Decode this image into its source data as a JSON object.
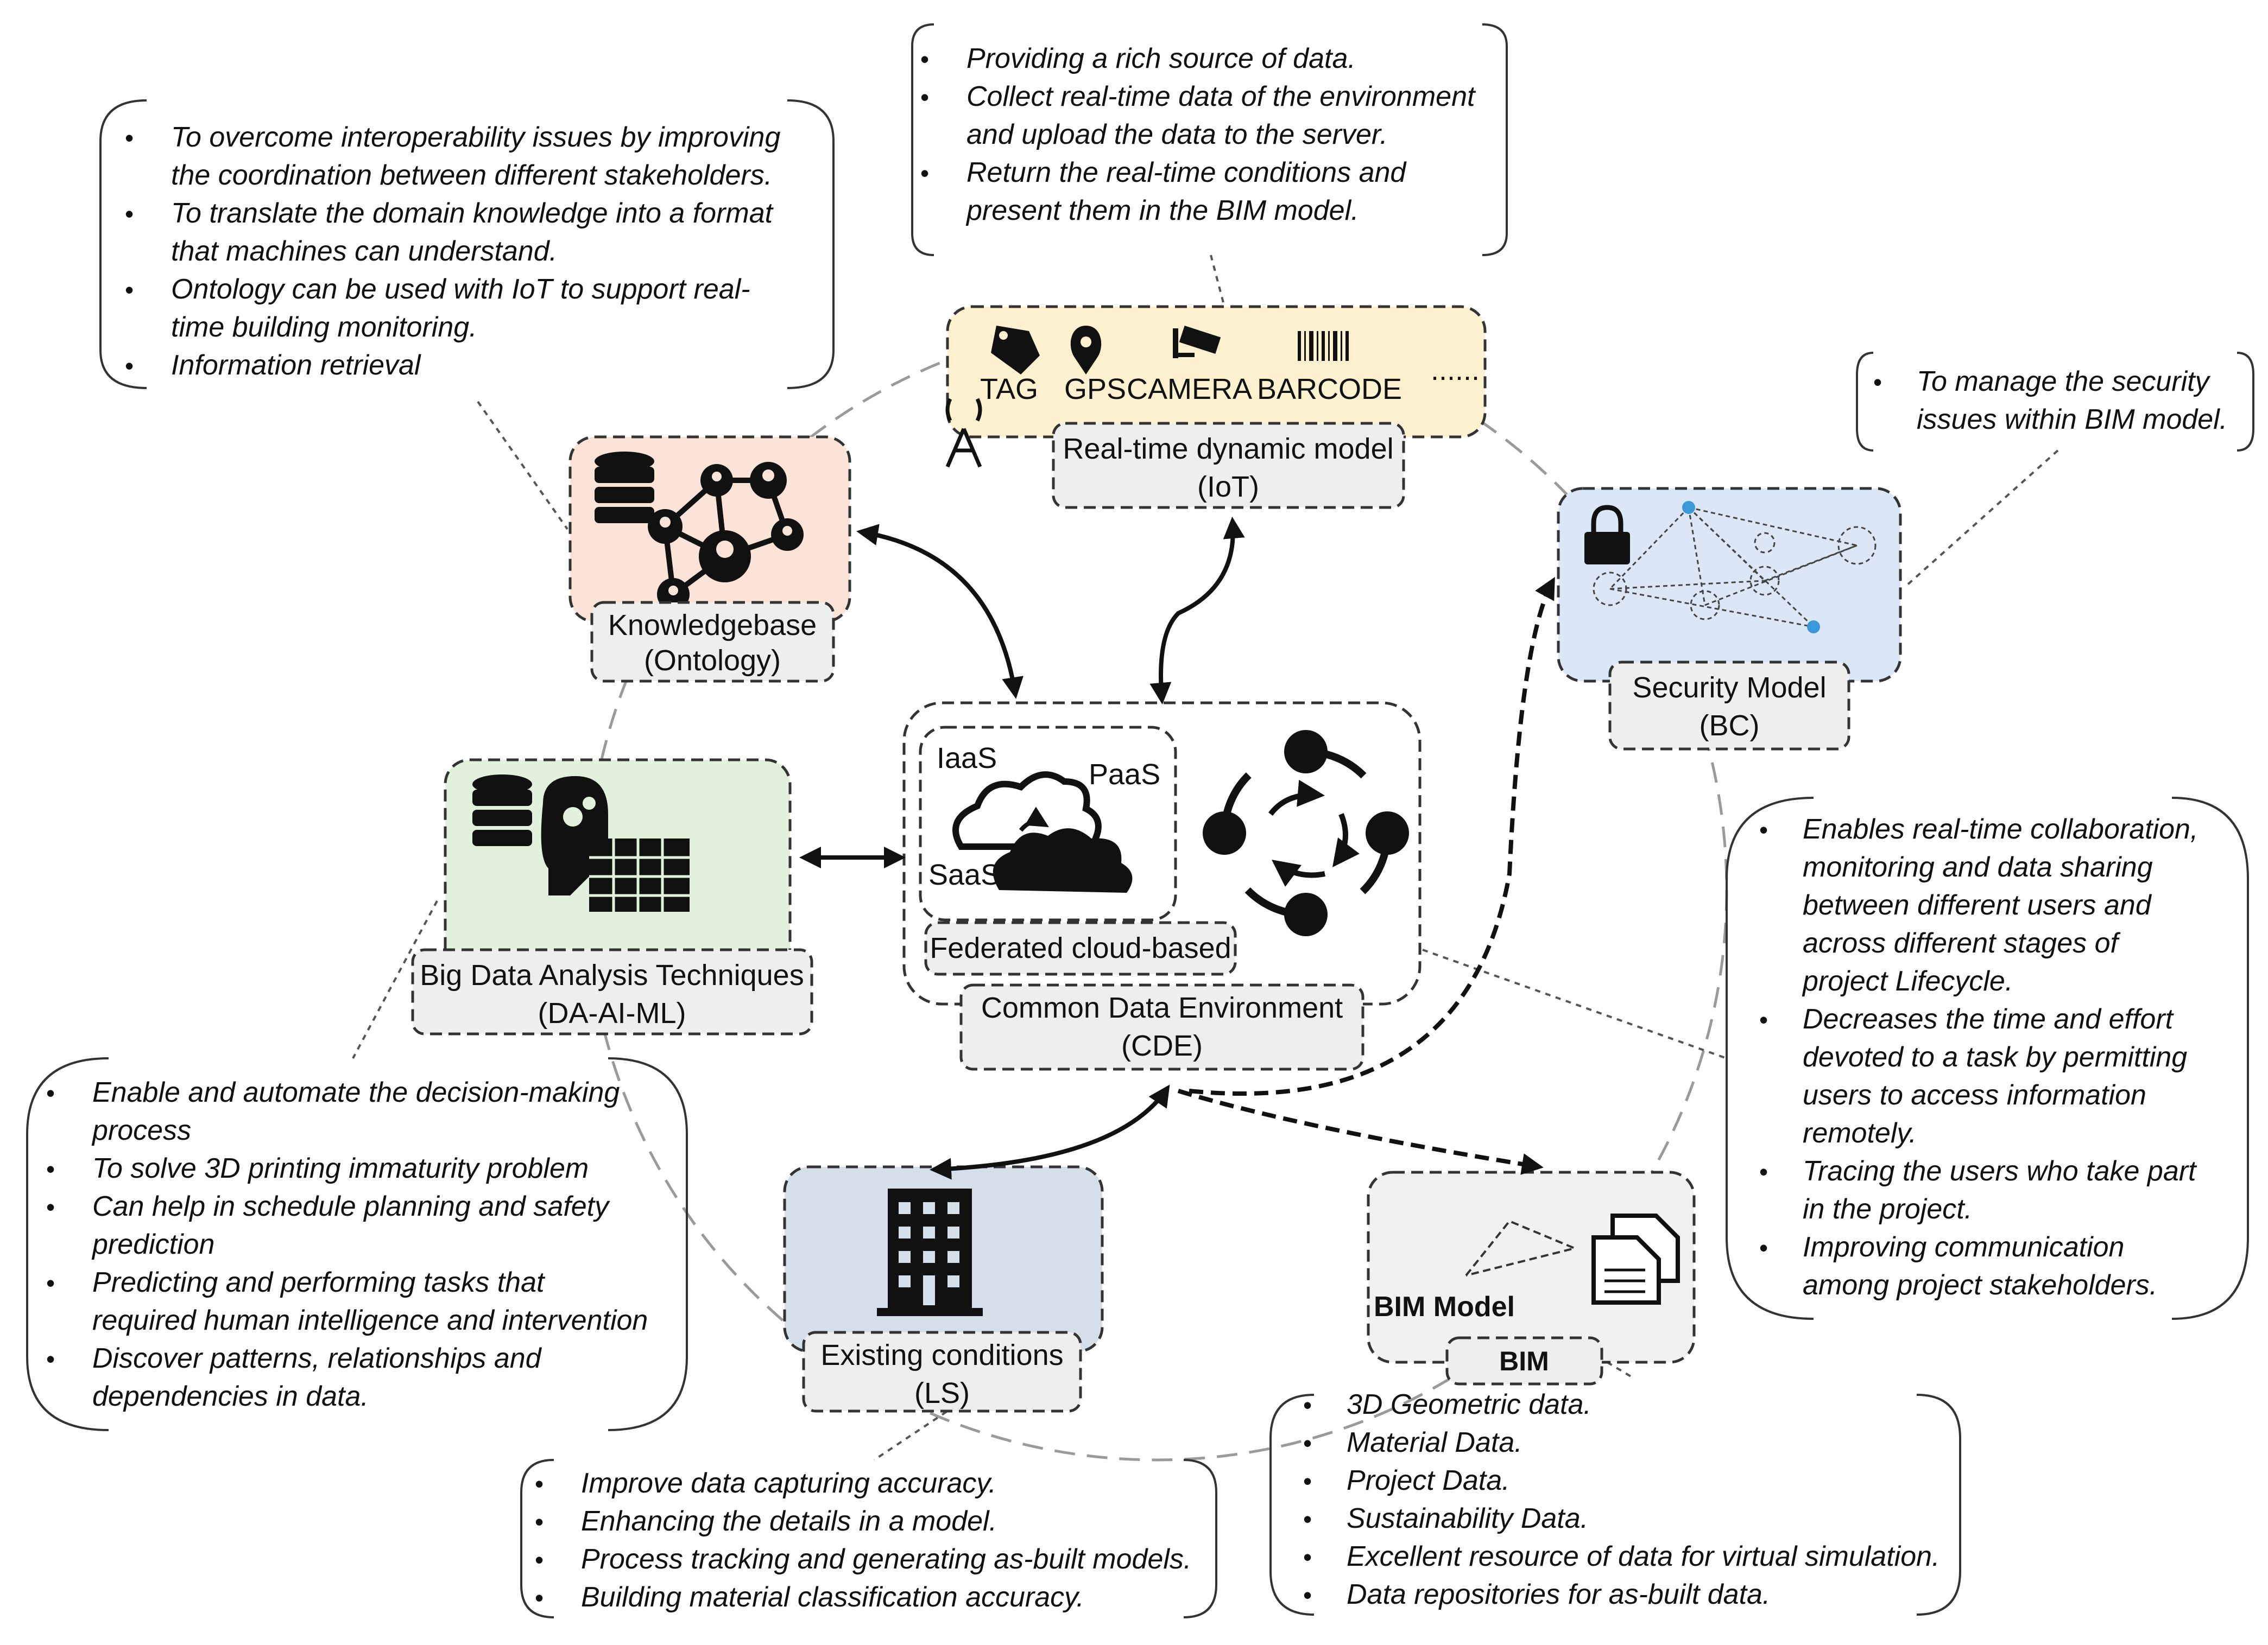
{
  "colors": {
    "knowledgebase_fill": "#fbe3d8",
    "iot_fill": "#fdf1cf",
    "security_fill": "#dbe7f7",
    "bigdata_fill": "#e2f1dc",
    "existing_fill": "#d5dfea",
    "bim_fill": "#f1f1f1",
    "label_fill": "#eeeeee",
    "accent_dot": "#3a9ad9"
  },
  "iot": {
    "notes": [
      "Providing a rich source of data.",
      "Collect real-time data of the environment",
      "and upload the data to the server.",
      "Return the real-time conditions and",
      "present them in the BIM model."
    ],
    "icons": [
      "TAG",
      "GPS",
      "CAMERA",
      "BARCODE"
    ],
    "more": "......",
    "label_1": "Real-time dynamic model",
    "label_2": "(IoT)"
  },
  "knowledgebase": {
    "notes": [
      "To overcome interoperability issues by improving",
      "the coordination between different stakeholders.",
      "To translate the domain knowledge into a format",
      "that machines can understand.",
      "Ontology can be used with IoT to support real-",
      "time building monitoring.",
      " Information retrieval"
    ],
    "label_1": "Knowledgebase",
    "label_2": "(Ontology)"
  },
  "security": {
    "notes": [
      "To manage the security",
      "issues within BIM model."
    ],
    "label_1": "Security Model",
    "label_2": "(BC)"
  },
  "bigdata": {
    "label_1": "Big Data Analysis Techniques",
    "label_2": "(DA-AI-ML)",
    "notes": [
      "Enable and automate the decision-making",
      "process",
      "To solve 3D printing immaturity problem",
      "Can help in schedule planning and safety",
      "prediction",
      "Predicting and performing tasks that",
      "required human intelligence and intervention",
      "Discover patterns, relationships and",
      "dependencies in data."
    ]
  },
  "cde": {
    "iaas": "IaaS",
    "paas": "PaaS",
    "saas": "SaaS",
    "cloud_label": "Federated cloud-based",
    "label_1": "Common Data Environment",
    "label_2": "(CDE)",
    "notes": [
      "Enables real-time collaboration,",
      "monitoring and data sharing",
      "between different users and",
      "across different stages of",
      "project Lifecycle.",
      "Decreases the time and effort",
      "devoted to a task by permitting",
      "users to access information",
      "remotely.",
      "Tracing the users who take part",
      "in the project.",
      "Improving communication",
      "among project stakeholders."
    ]
  },
  "existing": {
    "label_1": "Existing conditions",
    "label_2": "(LS)",
    "notes": [
      "Improve data capturing accuracy.",
      "Enhancing the details in a model.",
      "Process tracking and generating as-built models.",
      "Building material classification accuracy."
    ]
  },
  "bim": {
    "model_text": "BIM Model",
    "label": "BIM",
    "notes": [
      "3D Geometric data.",
      "Material Data.",
      "Project Data.",
      "Sustainability Data.",
      "Excellent resource of data for virtual simulation.",
      "Data repositories for as-built data."
    ]
  }
}
